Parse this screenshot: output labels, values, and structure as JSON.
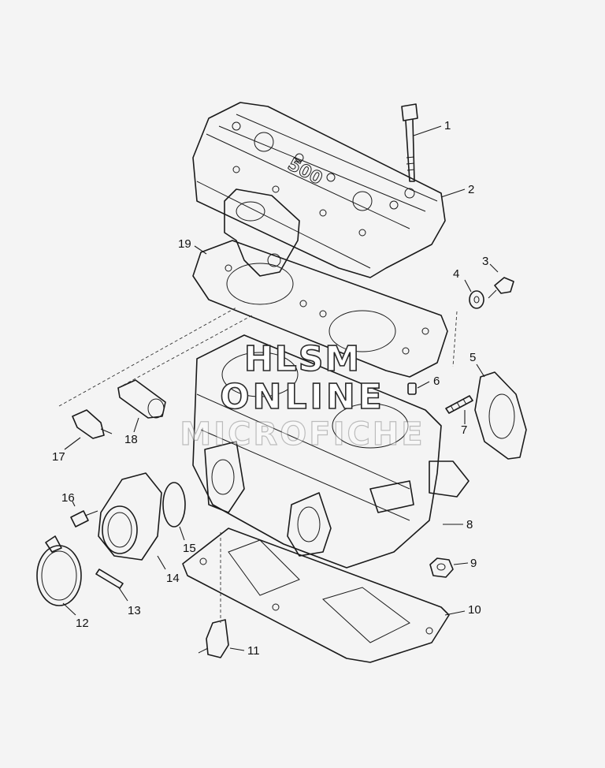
{
  "casting_text": "500",
  "watermark": {
    "line1": "HLSM",
    "line2": "ONLINE",
    "line3": "MICROFICHE"
  },
  "callouts": [
    {
      "id": "1",
      "label": "1"
    },
    {
      "id": "2",
      "label": "2"
    },
    {
      "id": "3",
      "label": "3"
    },
    {
      "id": "4",
      "label": "4"
    },
    {
      "id": "5",
      "label": "5"
    },
    {
      "id": "6",
      "label": "6"
    },
    {
      "id": "7",
      "label": "7"
    },
    {
      "id": "8",
      "label": "8"
    },
    {
      "id": "9",
      "label": "9"
    },
    {
      "id": "10",
      "label": "10"
    },
    {
      "id": "11",
      "label": "11"
    },
    {
      "id": "12",
      "label": "12"
    },
    {
      "id": "13",
      "label": "13"
    },
    {
      "id": "14",
      "label": "14"
    },
    {
      "id": "15",
      "label": "15"
    },
    {
      "id": "16",
      "label": "16"
    },
    {
      "id": "17",
      "label": "17"
    },
    {
      "id": "18",
      "label": "18"
    },
    {
      "id": "19",
      "label": "19"
    }
  ]
}
